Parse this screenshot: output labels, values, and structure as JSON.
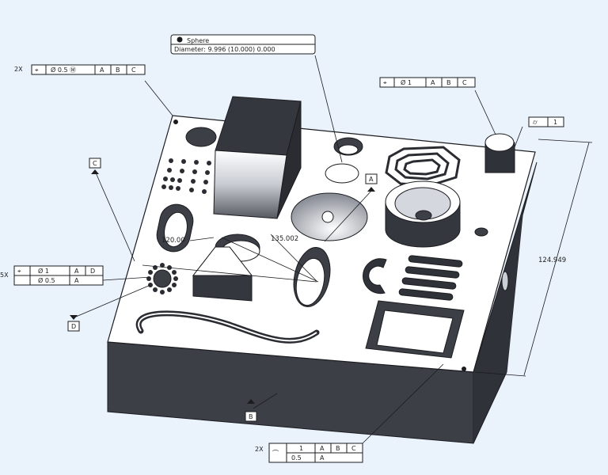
{
  "sphere_callout": {
    "icon": "sphere-icon",
    "title": "Sphere",
    "detail": "Diameter: 9.996 (10.000) 0.000"
  },
  "fcf_top_left": {
    "multiplier": "2X",
    "cells": [
      "⌖",
      "Ø 0.5 Ⓜ",
      "A",
      "B",
      "C"
    ]
  },
  "fcf_top_right": {
    "cells": [
      "⌖",
      "Ø 1",
      "A",
      "B",
      "C"
    ]
  },
  "fcf_cylindricity": {
    "cells": [
      "⌭",
      "1"
    ]
  },
  "fcf_left": {
    "multiplier": "5X",
    "row1": [
      "⌖",
      "Ø 1",
      "A",
      "D"
    ],
    "row2": [
      "Ø 0.5",
      "A"
    ]
  },
  "fcf_bottom": {
    "multiplier": "2X",
    "row1": [
      "⌒",
      "1",
      "A",
      "B",
      "C"
    ],
    "row2": [
      "0.5",
      "A"
    ]
  },
  "datums": {
    "A": "A",
    "B": "B",
    "C": "C",
    "D": "D"
  },
  "dimensions": {
    "d1": "120.00",
    "d2": "135.002",
    "height": "124.949"
  },
  "colors": {
    "background": "#eaf2fb",
    "top_face": "#ffffff",
    "side_face": "#3a3d44",
    "outline": "#1b1c20"
  }
}
